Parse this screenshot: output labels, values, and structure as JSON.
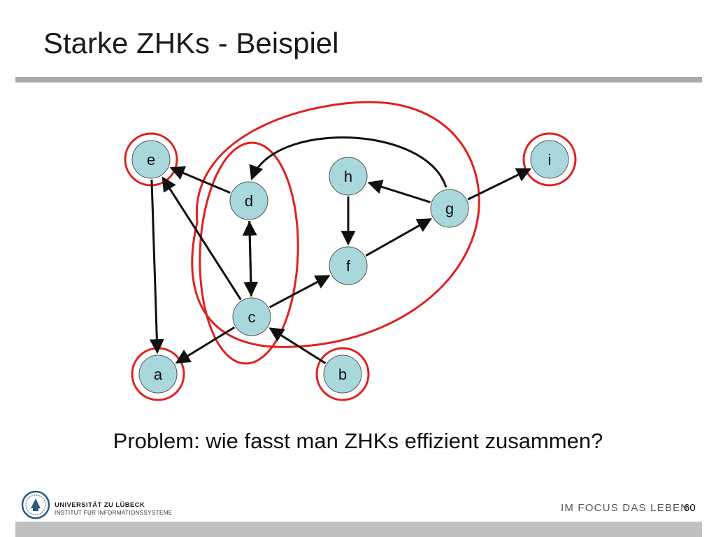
{
  "slide": {
    "title": "Starke ZHKs - Beispiel",
    "problem_text": "Problem: wie fasst man ZHKs effizient zusammen?",
    "page_number": "60"
  },
  "footer": {
    "university": "UNIVERSITÄT ZU LÜBECK",
    "institute": "INSTITUT FÜR INFORMATIONSSYSTEME",
    "slogan": "IM FOCUS DAS LEBEN"
  },
  "graph": {
    "nodes": [
      {
        "id": "e",
        "label": "e"
      },
      {
        "id": "d",
        "label": "d"
      },
      {
        "id": "h",
        "label": "h"
      },
      {
        "id": "i",
        "label": "i"
      },
      {
        "id": "g",
        "label": "g"
      },
      {
        "id": "f",
        "label": "f"
      },
      {
        "id": "c",
        "label": "c"
      },
      {
        "id": "a",
        "label": "a"
      },
      {
        "id": "b",
        "label": "b"
      }
    ],
    "edges": [
      {
        "from": "d",
        "to": "e"
      },
      {
        "from": "e",
        "to": "a"
      },
      {
        "from": "c",
        "to": "e"
      },
      {
        "from": "d",
        "to": "c"
      },
      {
        "from": "c",
        "to": "d"
      },
      {
        "from": "c",
        "to": "a"
      },
      {
        "from": "b",
        "to": "c"
      },
      {
        "from": "c",
        "to": "f"
      },
      {
        "from": "h",
        "to": "f"
      },
      {
        "from": "f",
        "to": "g"
      },
      {
        "from": "g",
        "to": "h"
      },
      {
        "from": "g",
        "to": "i"
      },
      {
        "from": "g",
        "to": "d"
      }
    ],
    "components": [
      [
        "e"
      ],
      [
        "i"
      ],
      [
        "a"
      ],
      [
        "b"
      ],
      [
        "c",
        "d",
        "f",
        "g",
        "h"
      ]
    ],
    "colors": {
      "node_fill": "#a9d8dc",
      "edge": "#111111",
      "component": "#e02020"
    }
  }
}
